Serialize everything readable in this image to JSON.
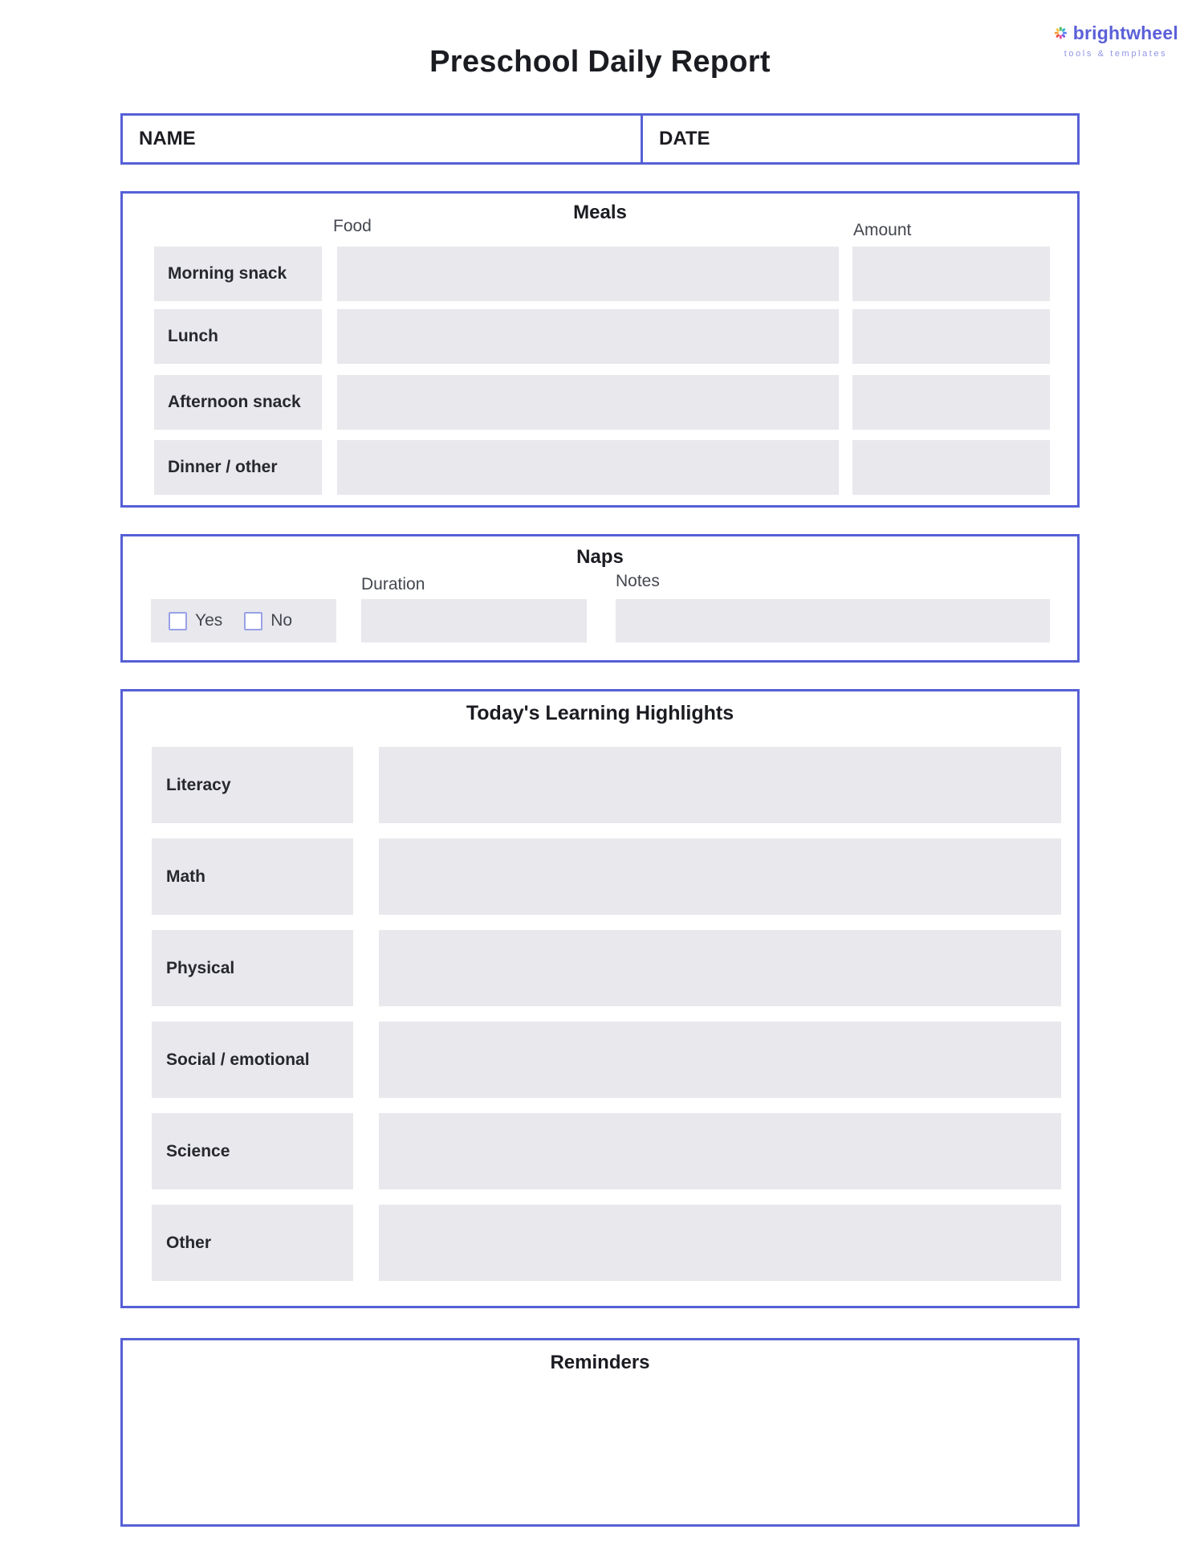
{
  "logo": {
    "name": "brightwheel",
    "tagline": "tools & templates",
    "petal_colors": [
      "#35b5c9",
      "#4f7df9",
      "#7a5cf0",
      "#e8509a",
      "#ea4f41",
      "#f59c2f",
      "#f3c64b",
      "#52b765"
    ]
  },
  "title": "Preschool Daily Report",
  "name_date": {
    "name_label": "NAME",
    "name_value": "",
    "date_label": "DATE",
    "date_value": ""
  },
  "meals": {
    "title": "Meals",
    "food_header": "Food",
    "amount_header": "Amount",
    "rows": [
      {
        "label": "Morning snack",
        "food": "",
        "amount": ""
      },
      {
        "label": "Lunch",
        "food": "",
        "amount": ""
      },
      {
        "label": "Afternoon snack",
        "food": "",
        "amount": ""
      },
      {
        "label": "Dinner / other",
        "food": "",
        "amount": ""
      }
    ]
  },
  "naps": {
    "title": "Naps",
    "duration_header": "Duration",
    "notes_header": "Notes",
    "yes_label": "Yes",
    "no_label": "No",
    "yes_checked": false,
    "no_checked": false,
    "duration_value": "",
    "notes_value": ""
  },
  "learning": {
    "title": "Today's Learning Highlights",
    "rows": [
      {
        "label": "Literacy",
        "value": ""
      },
      {
        "label": "Math",
        "value": ""
      },
      {
        "label": "Physical",
        "value": ""
      },
      {
        "label": "Social / emotional",
        "value": ""
      },
      {
        "label": "Science",
        "value": ""
      },
      {
        "label": "Other",
        "value": ""
      }
    ]
  },
  "reminders": {
    "title": "Reminders",
    "value": ""
  },
  "colors": {
    "border": "#5560d6",
    "field_bg": "#e8e8ed",
    "checkbox_border": "#99a1e8",
    "brand": "#5b60d8",
    "brand_light": "#9095e4",
    "text_dark": "#1b1c21",
    "text_mid": "#44474f"
  }
}
